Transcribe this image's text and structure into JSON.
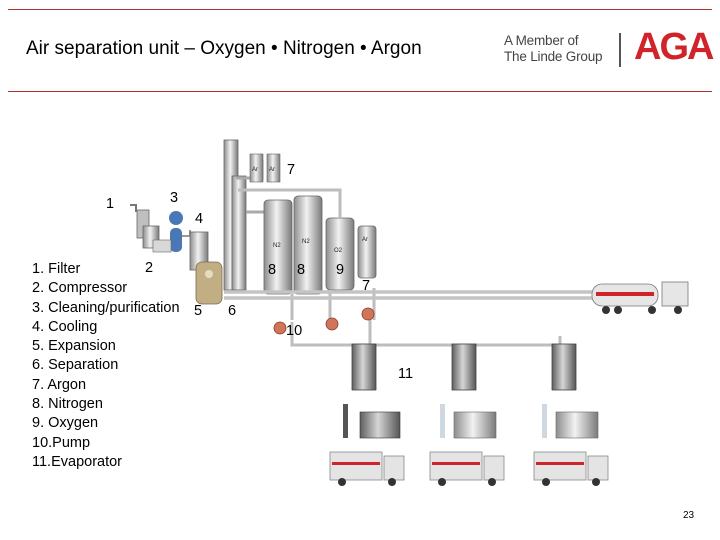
{
  "title": "Air separation unit – Oxygen • Nitrogen • Argon",
  "brand": {
    "member_line1": "A Member of",
    "member_line2": "The Linde Group",
    "logo": "AGA",
    "accent": "#d0242a",
    "rule_color": "#b0312f"
  },
  "legend": [
    "1. Filter",
    "2. Compressor",
    "3. Cleaning/purification",
    "4. Cooling",
    "5. Expansion",
    "6. Separation",
    "7. Argon",
    "8. Nitrogen",
    "9. Oxygen",
    "10.Pump",
    "11.Evaporator"
  ],
  "callouts": {
    "n1": "1",
    "n2": "2",
    "n3": "3",
    "n4": "4",
    "n5": "5",
    "n6": "6",
    "n7a": "7",
    "n7b": "7",
    "n8a": "8",
    "n8b": "8",
    "n9": "9",
    "n10": "10",
    "n11": "11"
  },
  "tank_labels": {
    "ar1": "Ar",
    "ar2": "Ar",
    "n2a": "N2",
    "n2b": "N2",
    "o2": "O2",
    "ar3": "Ar"
  },
  "page_number": "23"
}
